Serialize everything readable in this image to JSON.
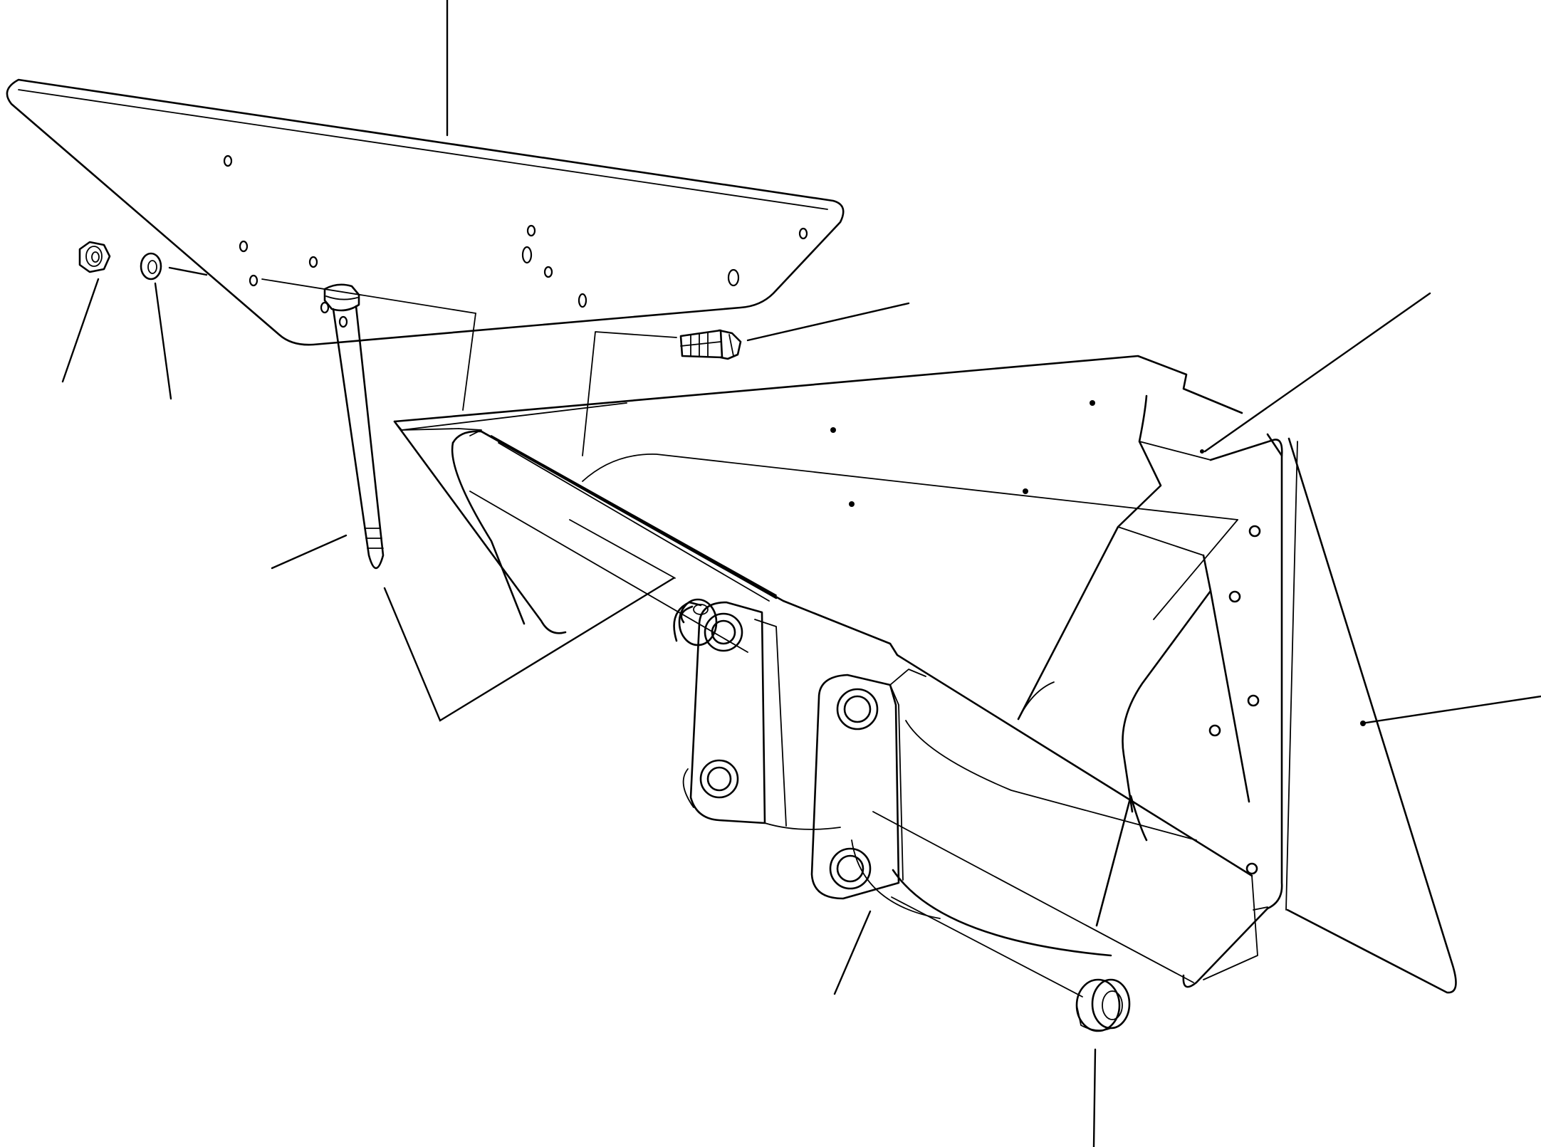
{
  "diagram": {
    "kind": "exploded parts view",
    "parts": [
      {
        "id": "upper-cover-plate",
        "icon": "plate-icon"
      },
      {
        "id": "hex-nut",
        "icon": "nut-icon"
      },
      {
        "id": "washer",
        "icon": "washer-icon"
      },
      {
        "id": "short-bolt",
        "icon": "bolt-icon"
      },
      {
        "id": "long-bolt",
        "icon": "bolt-icon"
      },
      {
        "id": "main-frame-housing",
        "icon": "frame-icon"
      },
      {
        "id": "boss-pin",
        "icon": "pin-icon"
      },
      {
        "id": "side-gusset-plate",
        "icon": "plate-icon"
      },
      {
        "id": "spacer-bushing",
        "icon": "bushing-icon"
      }
    ],
    "colors": {
      "line": "#000000",
      "background": "#ffffff"
    }
  }
}
